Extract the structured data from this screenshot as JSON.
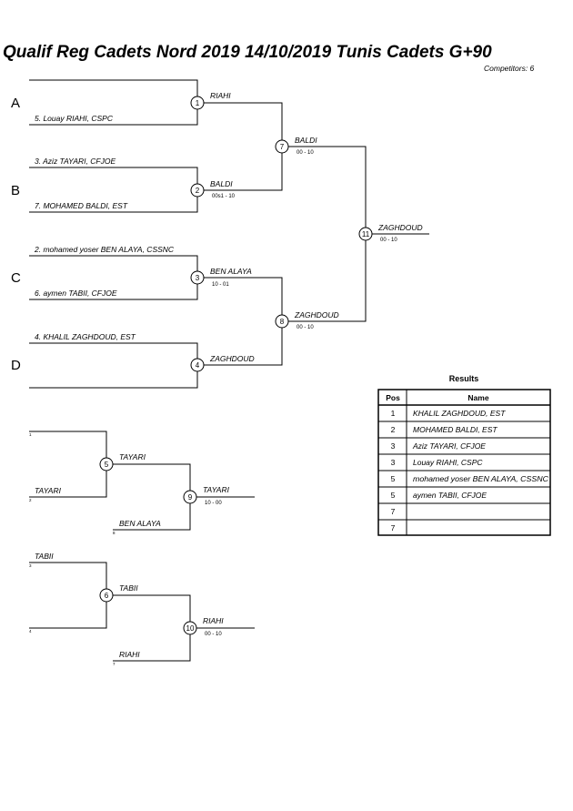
{
  "header": {
    "title": "Qualif Reg Cadets Nord 2019  14/10/2019  Tunis   Cadets G+90",
    "competitors": "Competitors: 6"
  },
  "pools": [
    "A",
    "B",
    "C",
    "D"
  ],
  "entries": [
    "",
    "5. Louay RIAHI, CSPC",
    "3. Aziz TAYARI, CFJOE",
    "7. MOHAMED BALDI, EST",
    "2. mohamed yoser BEN ALAYA, CSSNC",
    "6. aymen TABII, CFJOE",
    "4. KHALIL ZAGHDOUD, EST",
    ""
  ],
  "main_bracket": [
    {
      "num": "1",
      "winner": "RIAHI",
      "score": ""
    },
    {
      "num": "2",
      "winner": "BALDI",
      "score": "00s1 - 10"
    },
    {
      "num": "3",
      "winner": "BEN ALAYA",
      "score": "10 - 01"
    },
    {
      "num": "4",
      "winner": "ZAGHDOUD",
      "score": ""
    },
    {
      "num": "7",
      "winner": "BALDI",
      "score": "00 - 10"
    },
    {
      "num": "8",
      "winner": "ZAGHDOUD",
      "score": "00 - 10"
    },
    {
      "num": "11",
      "winner": "ZAGHDOUD",
      "score": "00 - 10"
    }
  ],
  "repechage": [
    {
      "entries": [
        "",
        "TAYARI",
        "BEN ALAYA"
      ],
      "seeds": [
        "1",
        "2",
        "8"
      ],
      "matches": [
        {
          "num": "5",
          "winner": "TAYARI",
          "score": ""
        },
        {
          "num": "9",
          "winner": "TAYARI",
          "score": "10 - 00"
        }
      ]
    },
    {
      "entries": [
        "TABII",
        "",
        "RIAHI"
      ],
      "seeds": [
        "3",
        "4",
        "7"
      ],
      "matches": [
        {
          "num": "6",
          "winner": "TABII",
          "score": ""
        },
        {
          "num": "10",
          "winner": "RIAHI",
          "score": "00 - 10"
        }
      ]
    }
  ],
  "results": {
    "title": "Results",
    "headers": [
      "Pos",
      "Name"
    ],
    "rows": [
      {
        "pos": "1",
        "name": "KHALIL ZAGHDOUD, EST"
      },
      {
        "pos": "2",
        "name": "MOHAMED BALDI, EST"
      },
      {
        "pos": "3",
        "name": "Aziz TAYARI, CFJOE"
      },
      {
        "pos": "3",
        "name": "Louay RIAHI, CSPC"
      },
      {
        "pos": "5",
        "name": "mohamed yoser BEN ALAYA, CSSNC"
      },
      {
        "pos": "5",
        "name": "aymen TABII, CFJOE"
      },
      {
        "pos": "7",
        "name": ""
      },
      {
        "pos": "7",
        "name": ""
      }
    ]
  }
}
